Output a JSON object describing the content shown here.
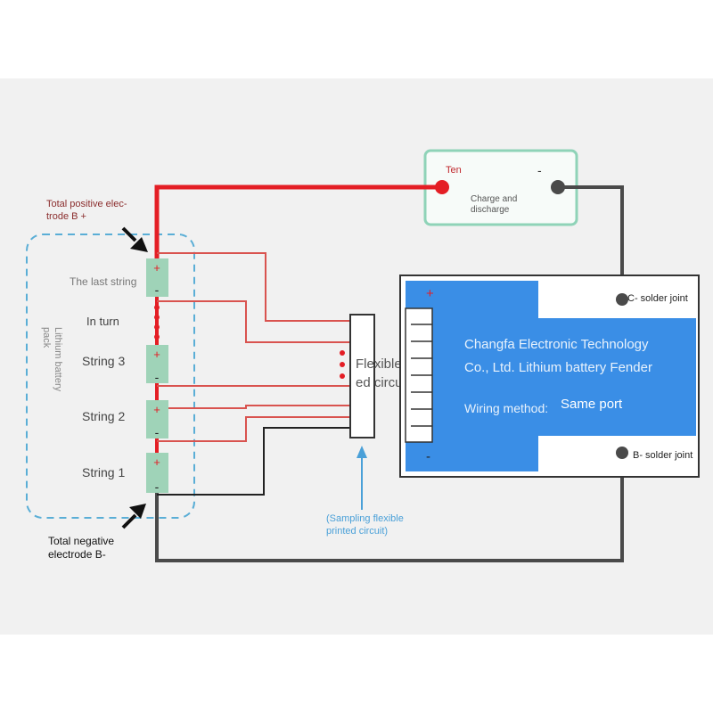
{
  "labels": {
    "total_positive": [
      "Total positive elec-",
      "trode B +"
    ],
    "total_negative": [
      "Total negative",
      "electrode B-"
    ],
    "pack": [
      "Lithium battery",
      "pack"
    ],
    "last_string": "The last string",
    "in_turn": "In turn",
    "string3": "String 3",
    "string2": "String 2",
    "string1": "String 1",
    "flex_main": [
      "Flexible print-",
      "ed circuit"
    ],
    "sampling": [
      "(Sampling flexible",
      "printed circuit)"
    ],
    "load_plus": "Ten",
    "load_minus": "-",
    "load_desc": [
      "Charge and",
      "discharge"
    ],
    "c_joint": "C- solder joint",
    "b_joint": "B- solder joint",
    "board_line1": "Changfa Electronic Technology",
    "board_line2": "Co., Ltd. Lithium battery Fender",
    "wiring_label": "Wiring method:",
    "wiring_value": "Same port",
    "board_plus": "+",
    "board_minus": "-",
    "cell_plus": "+",
    "cell_minus": "-"
  },
  "colors": {
    "positive_wire": "#e41e25",
    "negative_wire": "#4a4a4a",
    "sense_wire": "#d9534f",
    "cell": "#9fd3b8",
    "board": "#3a8ee6",
    "pack_outline": "#5aaed6",
    "load_outline": "#8fd3b8",
    "sampling_text": "#4aa0d8"
  }
}
